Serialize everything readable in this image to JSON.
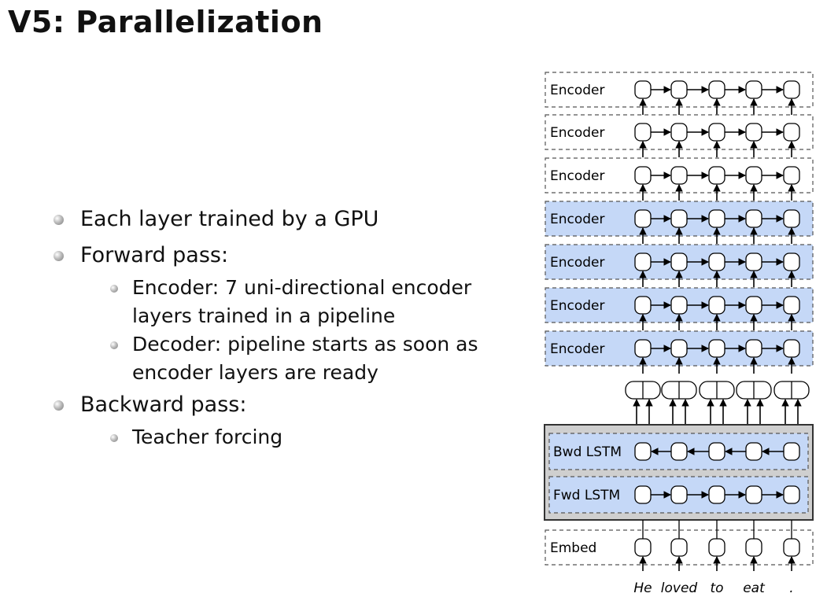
{
  "title": "V5: Parallelization",
  "bullets": [
    {
      "text": "Each layer trained by a GPU"
    },
    {
      "text": "Forward pass:"
    },
    {
      "text": "Encoder: 7 uni-directional encoder",
      "text2": "layers trained in a pipeline"
    },
    {
      "text": "Decoder: pipeline starts as soon as",
      "text2": "encoder layers are ready"
    },
    {
      "text": "Backward pass:"
    },
    {
      "text": "Teacher forcing"
    }
  ],
  "diagram": {
    "layer_labels": [
      "Encoder",
      "Encoder",
      "Encoder",
      "Encoder",
      "Encoder",
      "Encoder",
      "Encoder"
    ],
    "bwd_label": "Bwd LSTM",
    "fwd_label": "Fwd LSTM",
    "embed_label": "Embed",
    "tokens": [
      "He",
      "loved",
      "to",
      "eat",
      "."
    ],
    "colors": {
      "highlight": "#c5d8f7",
      "box_border": "#555555",
      "bilstm_bg": "#cfcfcf"
    }
  }
}
